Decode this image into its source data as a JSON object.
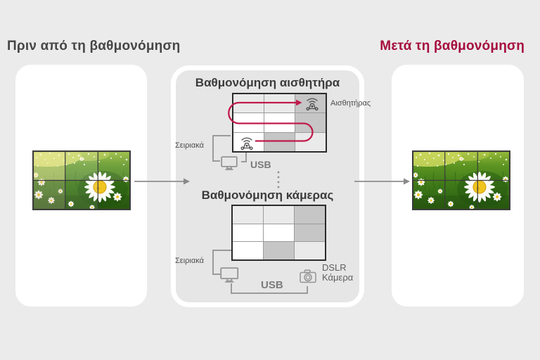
{
  "colors": {
    "page_bg": "#ebebeb",
    "accent_red": "#c01a4b",
    "after_title_red": "#a50d3d",
    "heading_gray": "#464646",
    "connector_gray": "#8f8f8f",
    "cell_white": "#ffffff",
    "cell_light": "#eaeaea",
    "cell_dark": "#c6c6c6"
  },
  "headings": {
    "before": "Πριν από τη βαθμονόμηση",
    "after": "Μετά τη βαθμονόμηση"
  },
  "calibration_box": {
    "sensor_section": {
      "title": "Βαθμονόμηση αισθητήρα",
      "sensor_label": "Αισθητήρας",
      "serial_label": "Σειριακά",
      "usb_label": "USB",
      "grid_cells": [
        "light",
        "light",
        "dark",
        "white",
        "white",
        "dark",
        "white",
        "dark",
        "light"
      ]
    },
    "camera_section": {
      "title": "Βαθμονόμηση κάμερας",
      "serial_label": "Σειριακά",
      "usb_label": "USB",
      "dslr_label_line1": "DSLR",
      "dslr_label_line2": "Κάμερα",
      "grid_cells": [
        "light",
        "light",
        "dark",
        "white",
        "white",
        "dark",
        "white",
        "dark",
        "light"
      ]
    }
  },
  "video_wall": {
    "columns": 3,
    "rows": 2
  },
  "icons": {
    "sensor": "sensor-icon",
    "monitor": "monitor-icon",
    "camera": "dslr-camera-icon"
  }
}
